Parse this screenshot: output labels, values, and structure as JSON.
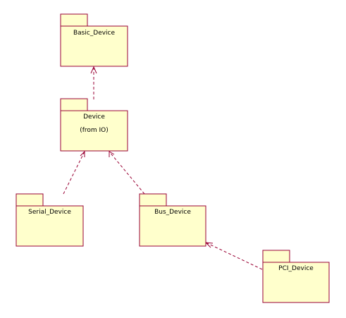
{
  "diagram": {
    "colors": {
      "package_fill": "#ffffcc",
      "package_stroke": "#990033",
      "dependency_stroke": "#990033",
      "background": "#ffffff"
    },
    "packages": {
      "basic_device": {
        "name": "Basic_Device"
      },
      "device": {
        "name": "Device",
        "note": "(from IO)"
      },
      "serial_device": {
        "name": "Serial_Device"
      },
      "bus_device": {
        "name": "Bus_Device"
      },
      "pci_device": {
        "name": "PCI_Device"
      }
    },
    "dependencies": [
      {
        "from": "device",
        "to": "basic_device"
      },
      {
        "from": "serial_device",
        "to": "device"
      },
      {
        "from": "bus_device",
        "to": "device"
      },
      {
        "from": "pci_device",
        "to": "bus_device"
      }
    ]
  }
}
